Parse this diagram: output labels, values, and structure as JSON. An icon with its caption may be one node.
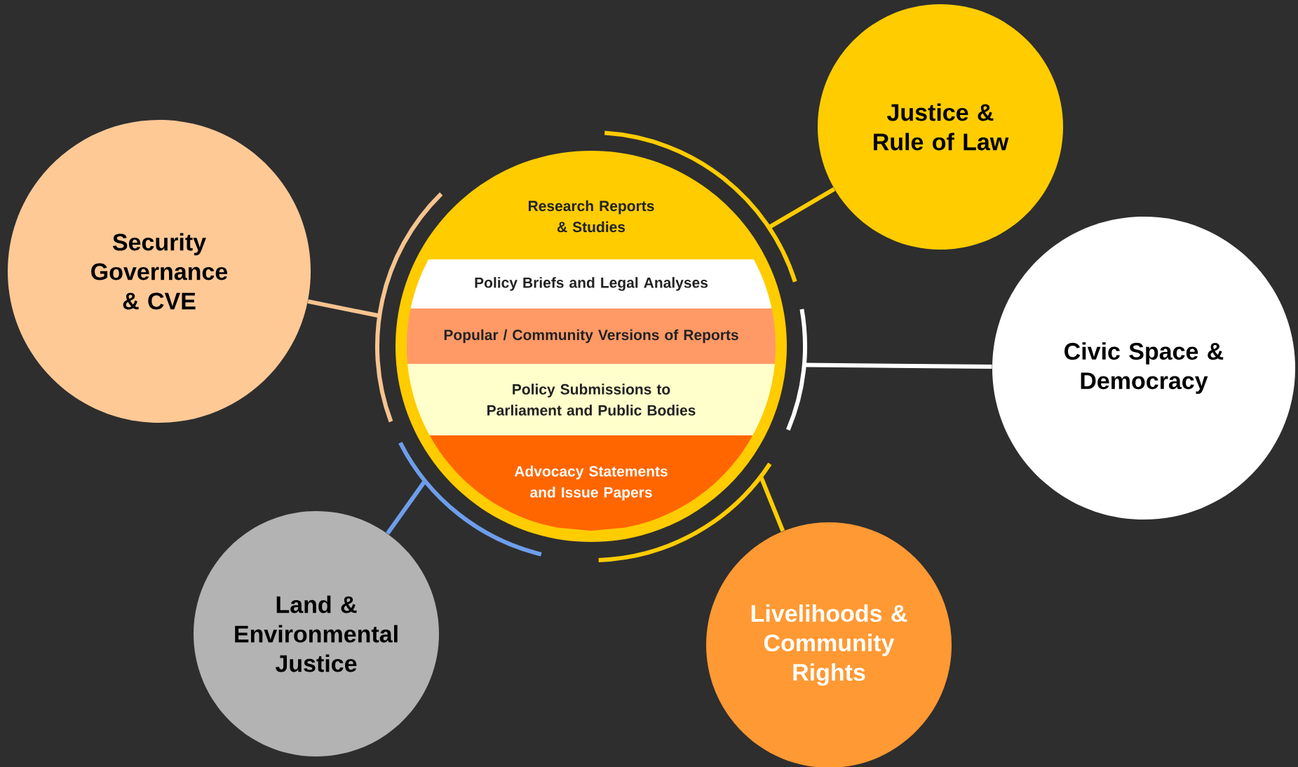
{
  "diagram": {
    "nodes": [
      {
        "text": [],
        "shape": "circle"
      },
      {
        "text": [
          "Research Reports & Studies"
        ],
        "in": 0
      },
      {
        "text": [
          "Policy Briefs and Legal Analyses"
        ],
        "in": 0
      },
      {
        "text": [
          "Popular / Community Versions of Reports"
        ],
        "in": 0
      },
      {
        "text": [
          "Policy Submissions to Parliament and Public Bodies"
        ],
        "in": 0
      },
      {
        "text": [
          "Advocacy Statements and Issue Papers"
        ],
        "in": 0
      },
      {
        "text": [
          "Security Governance & CVE"
        ]
      },
      {
        "text": [
          "Justice & Rule of Law"
        ]
      },
      {
        "text": [
          "Civic Space & Democracy"
        ]
      },
      {
        "text": [
          "Land & Environmental Justice"
        ]
      },
      {
        "text": [
          "Livelihoods & Community Rights"
        ]
      }
    ],
    "edges": [
      {
        "from": 0,
        "to": 6,
        "arrow": "none",
        "color": "#f7c48f"
      },
      {
        "from": 0,
        "to": 7,
        "arrow": "none",
        "color": "#ffcc00"
      },
      {
        "from": 0,
        "to": 8,
        "arrow": "none",
        "color": "#ffffff"
      },
      {
        "from": 0,
        "to": 9,
        "arrow": "none",
        "color": "#6d9eeb"
      },
      {
        "from": 0,
        "to": 10,
        "arrow": "none",
        "color": "#ffcc00"
      }
    ]
  }
}
